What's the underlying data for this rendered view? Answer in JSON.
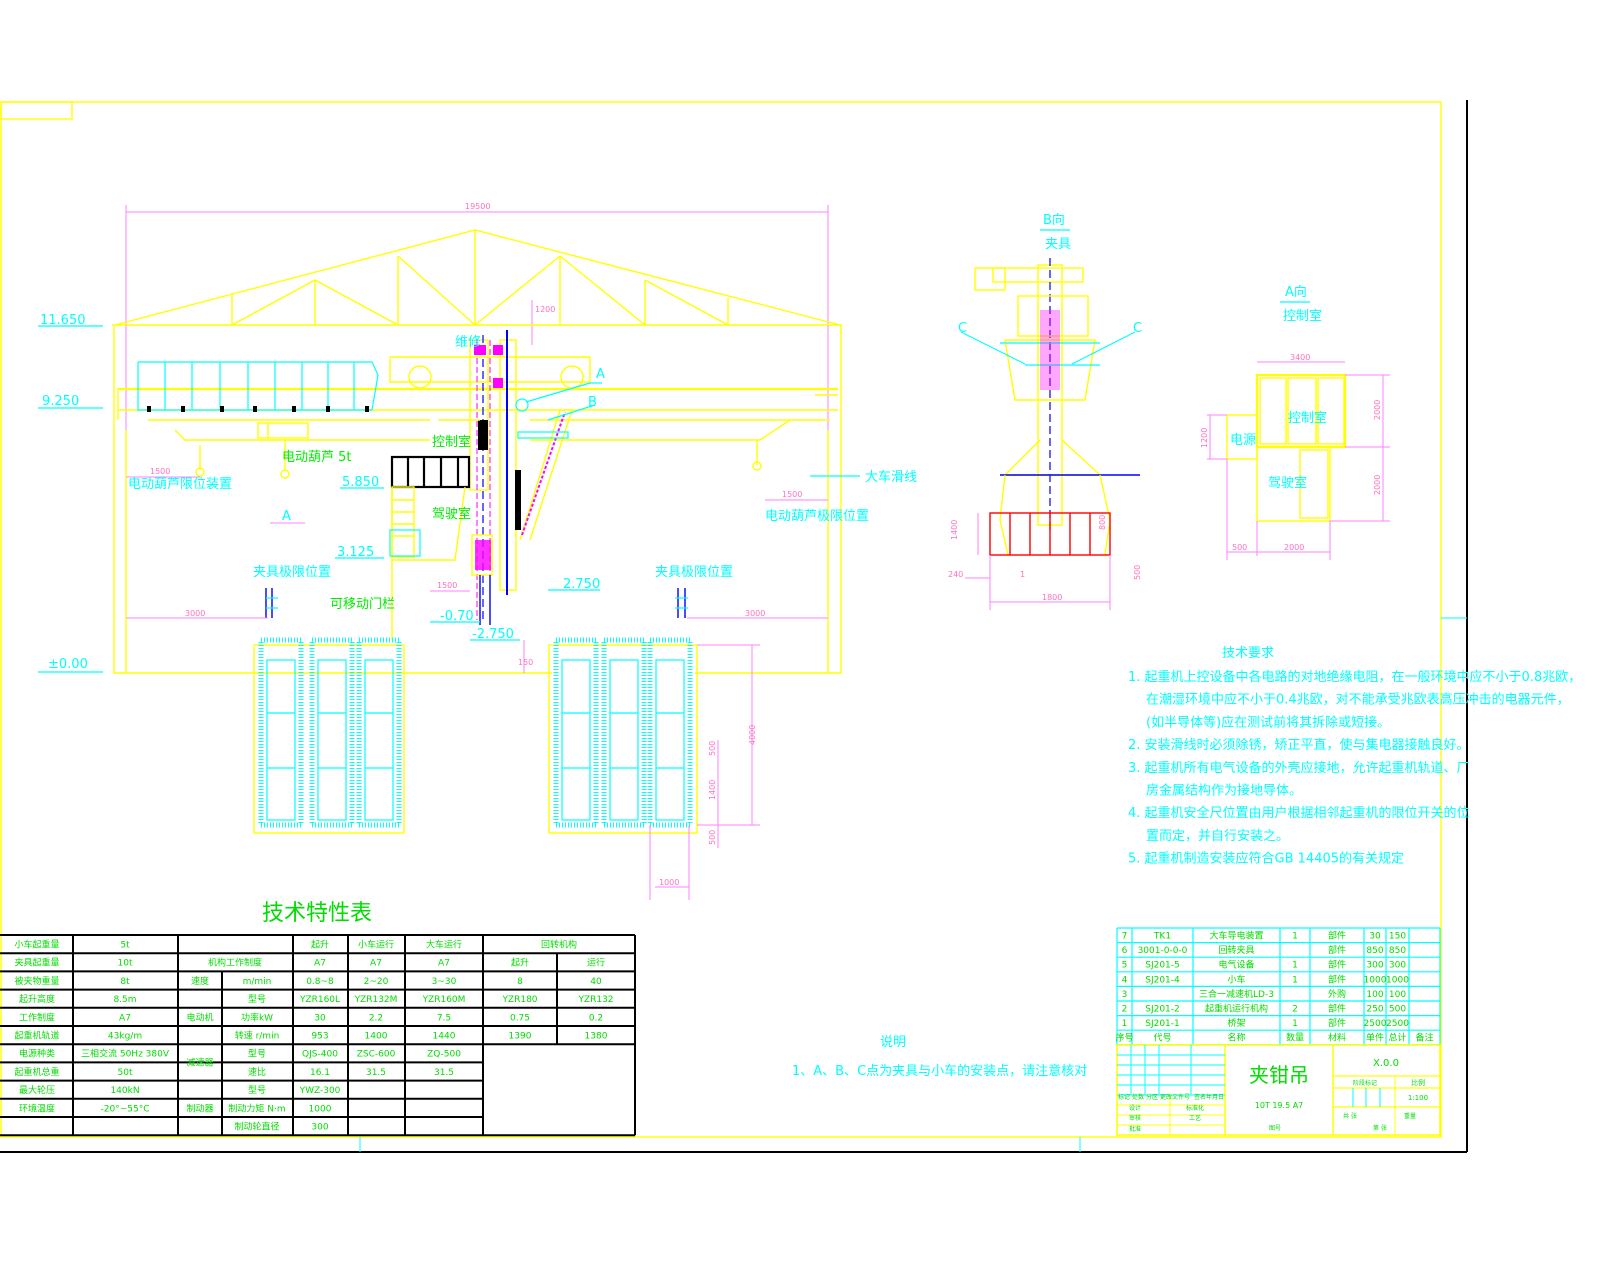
{
  "colors": {
    "structure": "#ffff00",
    "annotation": "#00ffff",
    "dimension": "#ff80ff",
    "centerline": "#0000ff",
    "label": "#00ff00",
    "load": "#ff0000",
    "frame": "#000000"
  },
  "main_view": {
    "labels": {
      "maintenance": "维修",
      "control_room": "控制室",
      "hoist": "电动葫芦 5t",
      "hoist_limit_left": "电动葫芦限位装置",
      "crane_trolley_line": "大车滑线",
      "hoist_limit_right": "电动葫芦极限位置",
      "cab": "驾驶室",
      "clamp_limit_left": "夹具极限位置",
      "clamp_limit_right": "夹具极限位置",
      "movable_rail": "可移动门栏",
      "point_a": "A",
      "point_b": "B",
      "section_a": "A"
    },
    "dimensions": {
      "span": "19500",
      "truss_h": "1200",
      "hoist_left": "1500",
      "hoist_right": "1500",
      "cab_w": "1500",
      "left_clear": "3000",
      "right_clear": "3000",
      "pit_depth": "4000",
      "pit_seg": "1400",
      "pit_top": "500",
      "pit_bot": "500",
      "pit_w": "1000",
      "rail_gap": "150"
    },
    "elevations": {
      "roof": "11.650",
      "rail": "9.250",
      "cab_top": "5.850",
      "cab_floor": "3.125",
      "ground": "±0.00",
      "clamp_low": "-2.750",
      "clamp_mid": "2.750",
      "bottom": "-0.70"
    }
  },
  "side_view": {
    "title": "B向",
    "subtitle": "夹具",
    "point_c_left": "C",
    "point_c_right": "C",
    "dimensions": {
      "load_h": "1400",
      "left": "240",
      "center": "1",
      "right_h": "800",
      "bot_h": "500",
      "width": "1800"
    }
  },
  "plan_view": {
    "title": "A向",
    "subtitle": "控制室",
    "control_room": "控制室",
    "power": "电源",
    "cab": "驾驶室",
    "dimensions": {
      "width": "3400",
      "height_top": "2000",
      "height_bot": "2000",
      "left_h": "1200",
      "left_w": "500",
      "bot_w": "2000"
    }
  },
  "tech_requirements": {
    "title": "技术要求",
    "items": [
      "1. 起重机上控设备中各电路的对地绝缘电阻，在一般环境中应不小于0.8兆欧，",
      "在潮湿环境中应不小于0.4兆欧，对不能承受兆欧表高压冲击的电器元件，",
      "(如半导体等)应在测试前将其拆除或短接。",
      "2. 安装滑线时必须除锈，矫正平直，使与集电器接触良好。",
      "3. 起重机所有电气设备的外壳应接地，允许起重机轨道、厂",
      "房金属结构作为接地导体。",
      "4. 起重机安全尺位置由用户根据相邻起重机的限位开关的位",
      "置而定，并自行安装之。",
      "5. 起重机制造安装应符合GB 14405的有关规定"
    ]
  },
  "notes": {
    "title": "说明",
    "text": "1、A、B、C点为夹具与小车的安装点，请注意核对"
  },
  "spec_table": {
    "title": "技术特性表",
    "left_rows": [
      [
        "小车起重量",
        "5t"
      ],
      [
        "夹具起重量",
        "10t"
      ],
      [
        "被夹物重量",
        "8t"
      ],
      [
        "起升高度",
        "8.5m"
      ],
      [
        "工作制度",
        "A7"
      ],
      [
        "起重机轨道",
        "43kg/m"
      ],
      [
        "电源种类",
        "三相交流 50Hz 380V"
      ],
      [
        "起重机总重",
        "50t"
      ],
      [
        "最大轮压",
        "140kN"
      ],
      [
        "环境温度",
        "-20°~55°C"
      ]
    ],
    "header": [
      "起升",
      "小车运行",
      "大车运行",
      "回转机构"
    ],
    "duty_label": "机构工作制度",
    "duty": [
      "A7",
      "A7",
      "A7"
    ],
    "rotate_sub": [
      "起升",
      "运行"
    ],
    "speed_group": "速度",
    "speed_unit": "m/min",
    "speed": [
      "0.8~8",
      "2~20",
      "3~30",
      "8",
      "40"
    ],
    "motor_group": "电动机",
    "motor_rows": [
      {
        "label": "型号",
        "values": [
          "YZR160L",
          "YZR132M",
          "YZR160M",
          "YZR180",
          "YZR132"
        ]
      },
      {
        "label": "功率kW",
        "values": [
          "30",
          "2.2",
          "7.5",
          "0.75",
          "0.2"
        ]
      },
      {
        "label": "转速 r/min",
        "values": [
          "953",
          "1400",
          "1440",
          "1390",
          "1380"
        ]
      }
    ],
    "reducer_group": "减速器",
    "reducer_rows": [
      {
        "label": "型号",
        "values": [
          "QJS-400",
          "ZSC-600",
          "ZQ-500"
        ]
      },
      {
        "label": "速比",
        "values": [
          "16.1",
          "31.5",
          "31.5"
        ]
      }
    ],
    "brake_group": "制动器",
    "brake_rows": [
      {
        "label": "型号",
        "values": [
          "YWZ-300"
        ]
      },
      {
        "label": "制动力矩 N·m",
        "values": [
          "1000"
        ]
      },
      {
        "label": "制动轮直径",
        "values": [
          "300"
        ]
      }
    ]
  },
  "parts_list": {
    "rows": [
      [
        "7",
        "TK1",
        "大车导电装置",
        "1",
        "部件",
        "30",
        "150"
      ],
      [
        "6",
        "3001-0-0-0",
        "回转夹具",
        "",
        "部件",
        "850",
        "850"
      ],
      [
        "5",
        "SJ201-5",
        "电气设备",
        "1",
        "部件",
        "300",
        "300"
      ],
      [
        "4",
        "SJ201-4",
        "小车",
        "1",
        "部件",
        "1000",
        "1000"
      ],
      [
        "3",
        "",
        "三合一减速机LD-3",
        "",
        "外购",
        "100",
        "100"
      ],
      [
        "2",
        "SJ201-2",
        "起重机运行机构",
        "2",
        "部件",
        "250",
        "500"
      ],
      [
        "1",
        "SJ201-1",
        "桥架",
        "1",
        "部件",
        "2500",
        "2500"
      ]
    ],
    "header": [
      "序号",
      "代号",
      "名称",
      "数量",
      "材料",
      "单件",
      "总计",
      "备注"
    ]
  },
  "title_block": {
    "name": "夹钳吊",
    "spec": "10T 19.5 A7",
    "drawing_no": "X.0.0",
    "scale_label": "比例",
    "scale": "1:100",
    "labels": [
      "标记",
      "处数",
      "分区",
      "更改文件号",
      "签名",
      "年月日",
      "设计",
      "标准化",
      "审核",
      "工艺",
      "批准",
      "阶段标记",
      "重量",
      "共 张",
      "第 张",
      "图号"
    ]
  }
}
